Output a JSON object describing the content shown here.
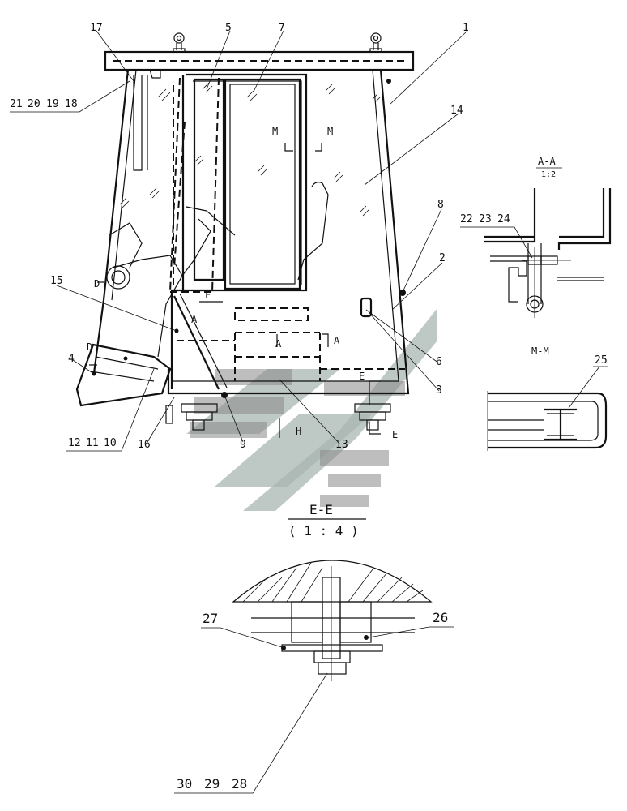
{
  "callouts_main": [
    "1",
    "2",
    "3",
    "4",
    "5",
    "6",
    "7",
    "8",
    "9",
    "13",
    "14",
    "15",
    "16",
    "17"
  ],
  "callout_groups": {
    "top_left": [
      "21",
      "20",
      "19",
      "18"
    ],
    "bottom_left": [
      "12",
      "11",
      "10"
    ],
    "section_aa": [
      "22",
      "23",
      "24"
    ],
    "section_ee_bottom": [
      "30",
      "29",
      "28"
    ]
  },
  "callouts_section": [
    "25",
    "26",
    "27"
  ],
  "section_labels": {
    "aa_title": "A-A",
    "aa_scale": "1:2",
    "mm_title": "M-M",
    "ee_title": "E-E",
    "ee_scale": "( 1 : 4 )"
  },
  "view_markers": [
    "M",
    "M",
    "A",
    "A",
    "A",
    "D",
    "D",
    "E",
    "E",
    "F",
    "H"
  ]
}
